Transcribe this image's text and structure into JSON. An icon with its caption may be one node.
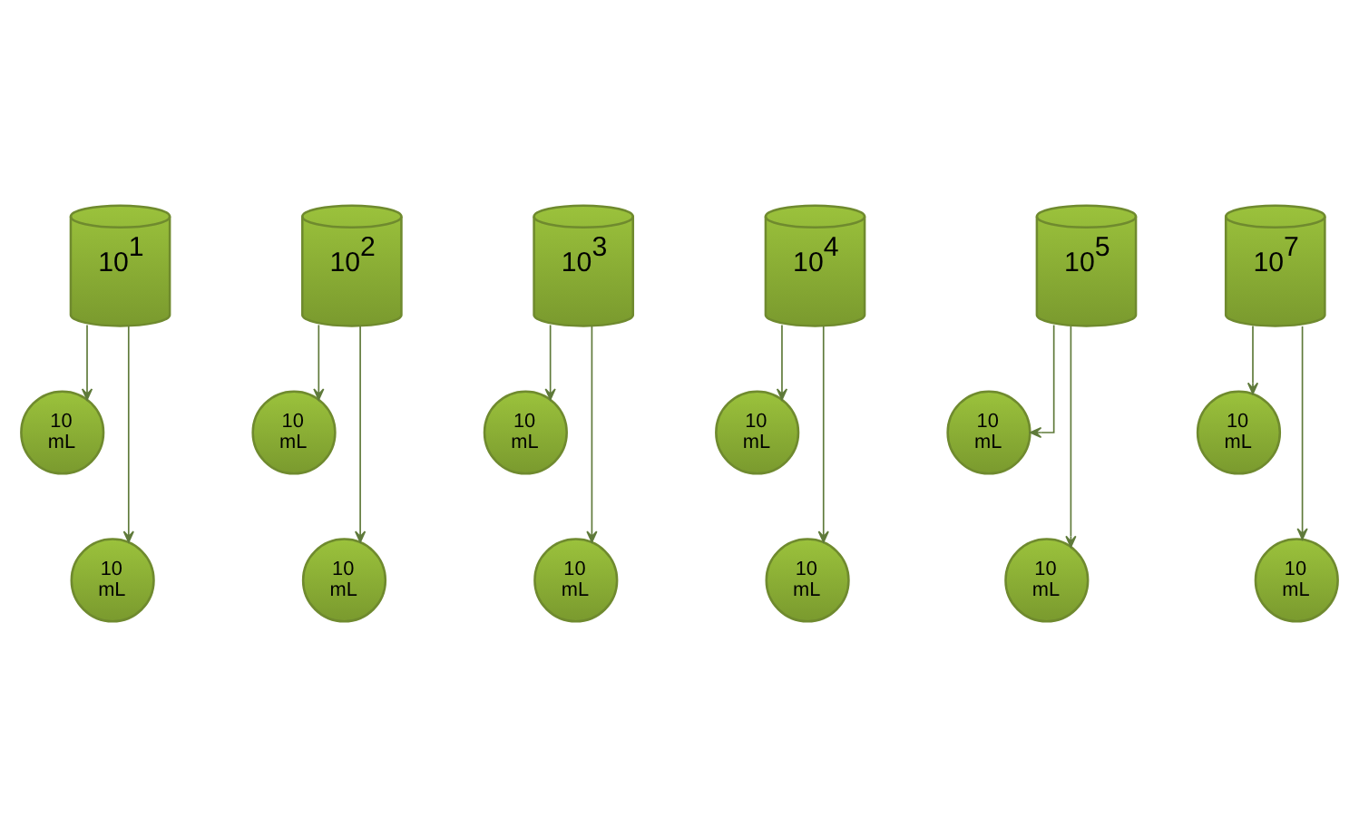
{
  "diagram": {
    "nodes": [
      {
        "text": [
          "10$^{1}$"
        ]
      },
      {
        "text": [
          "10$^{2}$"
        ]
      },
      {
        "text": [
          "10$^{3}$"
        ]
      },
      {
        "text": [
          "10$^{4}$"
        ]
      },
      {
        "text": [
          "10$^{5}$"
        ]
      },
      {
        "text": [
          "10$^{7}$"
        ]
      },
      {
        "text": [
          "10 mL"
        ]
      },
      {
        "text": [
          "10 mL"
        ]
      },
      {
        "text": [
          "10 mL"
        ]
      },
      {
        "text": [
          "10 mL"
        ]
      },
      {
        "text": [
          "10 mL"
        ]
      },
      {
        "text": [
          "10 mL"
        ]
      },
      {
        "text": [
          "10 mL"
        ]
      },
      {
        "text": [
          "10 mL"
        ]
      },
      {
        "text": [
          "10 mL"
        ]
      },
      {
        "text": [
          "10 mL"
        ]
      },
      {
        "text": [
          "10 mL"
        ]
      },
      {
        "text": [
          "10 mL"
        ]
      }
    ],
    "edges": [
      {
        "from": 0,
        "to": 6,
        "arrow": "to"
      },
      {
        "from": 0,
        "to": 12,
        "arrow": "to"
      },
      {
        "from": 1,
        "to": 7,
        "arrow": "to"
      },
      {
        "from": 1,
        "to": 13,
        "arrow": "to"
      },
      {
        "from": 2,
        "to": 8,
        "arrow": "to"
      },
      {
        "from": 2,
        "to": 14,
        "arrow": "to"
      },
      {
        "from": 3,
        "to": 9,
        "arrow": "to"
      },
      {
        "from": 3,
        "to": 15,
        "arrow": "to"
      },
      {
        "from": 4,
        "to": 10,
        "arrow": "to"
      },
      {
        "from": 4,
        "to": 16,
        "arrow": "to"
      },
      {
        "from": 5,
        "to": 11,
        "arrow": "to"
      },
      {
        "from": 5,
        "to": 17,
        "arrow": "to"
      }
    ]
  }
}
